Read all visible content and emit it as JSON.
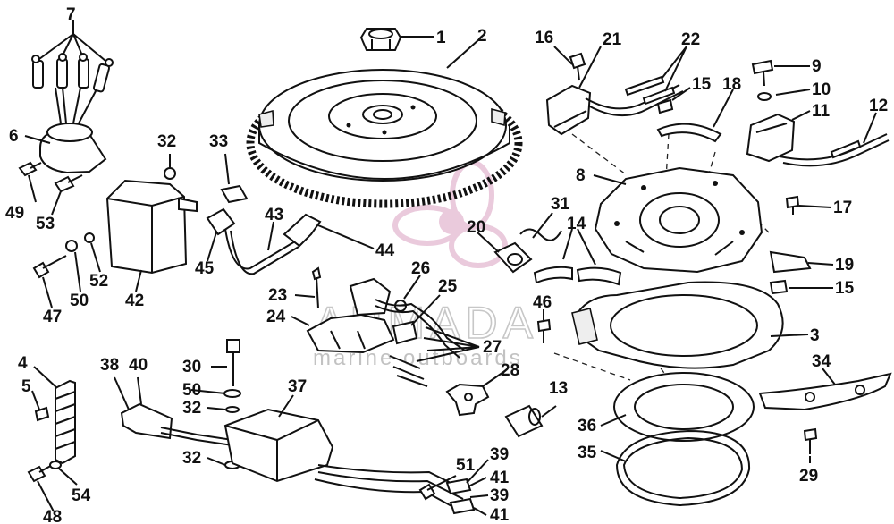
{
  "watermark": {
    "brand": "ARMADA",
    "tagline": "marine outboards",
    "logo_color": "#d9a0c0"
  },
  "callouts": [
    "1",
    "2",
    "3",
    "4",
    "5",
    "6",
    "7",
    "8",
    "9",
    "10",
    "11",
    "12",
    "13",
    "14",
    "15",
    "15",
    "16",
    "17",
    "18",
    "19",
    "20",
    "21",
    "22",
    "23",
    "24",
    "25",
    "26",
    "27",
    "28",
    "29",
    "30",
    "31",
    "32",
    "32",
    "32",
    "33",
    "34",
    "35",
    "36",
    "37",
    "38",
    "39",
    "39",
    "40",
    "41",
    "41",
    "42",
    "43",
    "44",
    "45",
    "46",
    "47",
    "48",
    "49",
    "50",
    "50",
    "51",
    "52",
    "53",
    "54"
  ]
}
